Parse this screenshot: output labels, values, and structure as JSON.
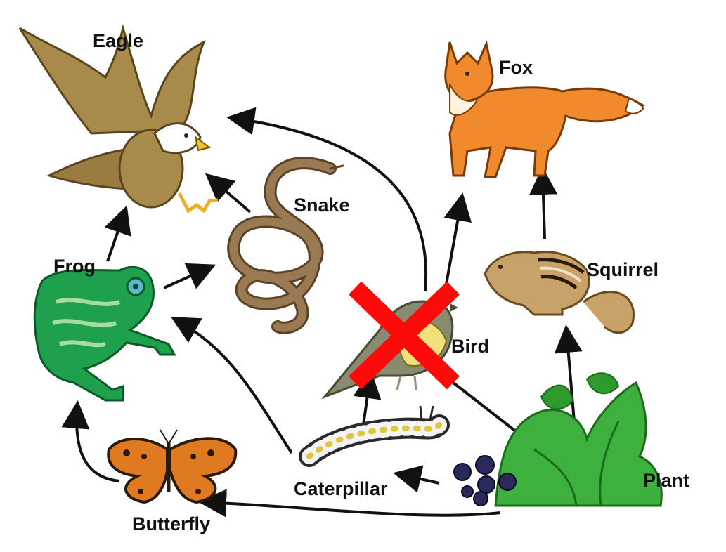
{
  "organisms": {
    "eagle": "Eagle",
    "fox": "Fox",
    "snake": "Snake",
    "frog": "Frog",
    "squirrel": "Squirrel",
    "bird": "Bird",
    "plant": "Plant",
    "caterpillar": "Caterpillar",
    "butterfly": "Butterfly"
  },
  "food_chain_links": [
    {
      "from": "Frog",
      "to": "Eagle"
    },
    {
      "from": "Snake",
      "to": "Eagle"
    },
    {
      "from": "Bird",
      "to": "Eagle"
    },
    {
      "from": "Frog",
      "to": "Snake"
    },
    {
      "from": "Caterpillar",
      "to": "Frog"
    },
    {
      "from": "Butterfly",
      "to": "Frog"
    },
    {
      "from": "Caterpillar",
      "to": "Bird"
    },
    {
      "from": "Bird",
      "to": "Fox"
    },
    {
      "from": "Squirrel",
      "to": "Fox"
    },
    {
      "from": "Plant",
      "to": "Squirrel"
    },
    {
      "from": "Plant",
      "to": "Caterpillar"
    },
    {
      "from": "Plant",
      "to": "Butterfly"
    },
    {
      "from": "Plant",
      "to": "Bird"
    }
  ],
  "removed_organism": "Bird",
  "colors": {
    "arrow": "#111111",
    "cross": "#ff0a0a",
    "eagle_body": "#a88a4a",
    "fox_body": "#f08a2c",
    "frog_body": "#1fa04c",
    "plant_leaf": "#3db03d",
    "snake_body": "#8a6a44",
    "squirrel_body": "#c9a26a"
  },
  "icons": [
    "eagle-icon",
    "fox-icon",
    "snake-icon",
    "frog-icon",
    "squirrel-icon",
    "bird-icon",
    "plant-icon",
    "caterpillar-icon",
    "butterfly-icon",
    "cross-out-icon"
  ]
}
